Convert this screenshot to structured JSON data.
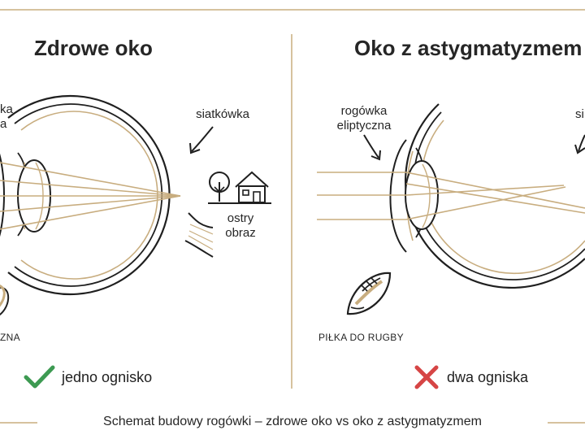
{
  "left": {
    "title": "Zdrowe oko",
    "cut_label_top": "ka",
    "cut_label_bottom": "a",
    "retina_label": "siatkówka",
    "image_label_line1": "ostry",
    "image_label_line2": "obraz",
    "ball_label": "ZNA",
    "verdict": "jedno ognisko"
  },
  "right": {
    "title": "Oko z astygmatyzmem",
    "cornea_label_line1": "rogówka",
    "cornea_label_line2": "eliptyczna",
    "cut_label": "si",
    "ball_label": "PIŁKA DO RUGBY",
    "verdict": "dwa ogniska"
  },
  "caption": "Schemat budowy rogówki – zdrowe oko vs oko z astygmatyzmem",
  "colors": {
    "accent": "#c8ad7f",
    "ink": "#1f1f1f",
    "check": "#3d9a52",
    "cross": "#d64545"
  },
  "icons": {
    "check": "checkmark-icon",
    "cross": "cross-icon",
    "tree": "tree-icon",
    "house": "house-icon",
    "rugby_ball": "rugby-ball-icon"
  }
}
